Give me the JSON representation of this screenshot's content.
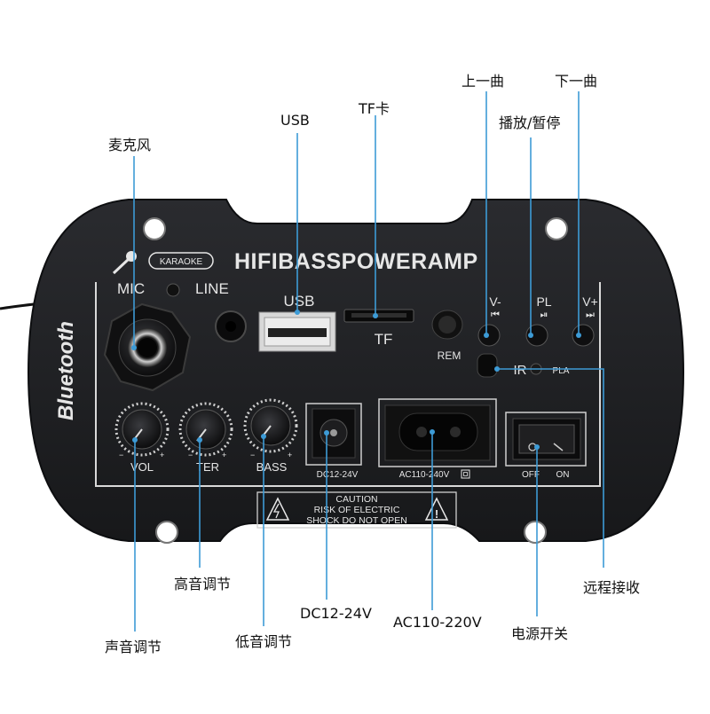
{
  "callouts": {
    "prev_track": "上一曲",
    "next_track": "下一曲",
    "play_pause": "播放/暂停",
    "tf_card": "TF卡",
    "usb": "USB",
    "microphone": "麦克风",
    "treble": "高音调节",
    "volume": "声音调节",
    "bass": "低音调节",
    "dc": "DC12-24V",
    "ac": "AC110-220V",
    "power_switch": "电源开关",
    "remote_receiver": "远程接收"
  },
  "panel": {
    "title": "HIFIBASSPOWERAMP",
    "karaoke": "KARAOKE",
    "bluetooth": "Bluetooth",
    "mic": "MIC",
    "line": "LINE",
    "usb": "USB",
    "tf": "TF",
    "rem": "REM",
    "v_minus": "V-",
    "pl": "PL",
    "v_plus": "V+",
    "ir": "IR",
    "pla": "PLA",
    "vol": "VOL",
    "ter": "TER",
    "bass": "BASS",
    "dc_label": "DC12-24V",
    "ac_label": "AC110-240V",
    "off": "OFF",
    "on": "ON",
    "caution_1": "CAUTION",
    "caution_2": "RISK OF ELECTRIC",
    "caution_3": "SHOCK DO NOT OPEN"
  },
  "colors": {
    "panel": "#1e1f22",
    "panel_edge": "#0d0e10",
    "print": "#e6e6e6",
    "leader": "#3d9bd6"
  }
}
